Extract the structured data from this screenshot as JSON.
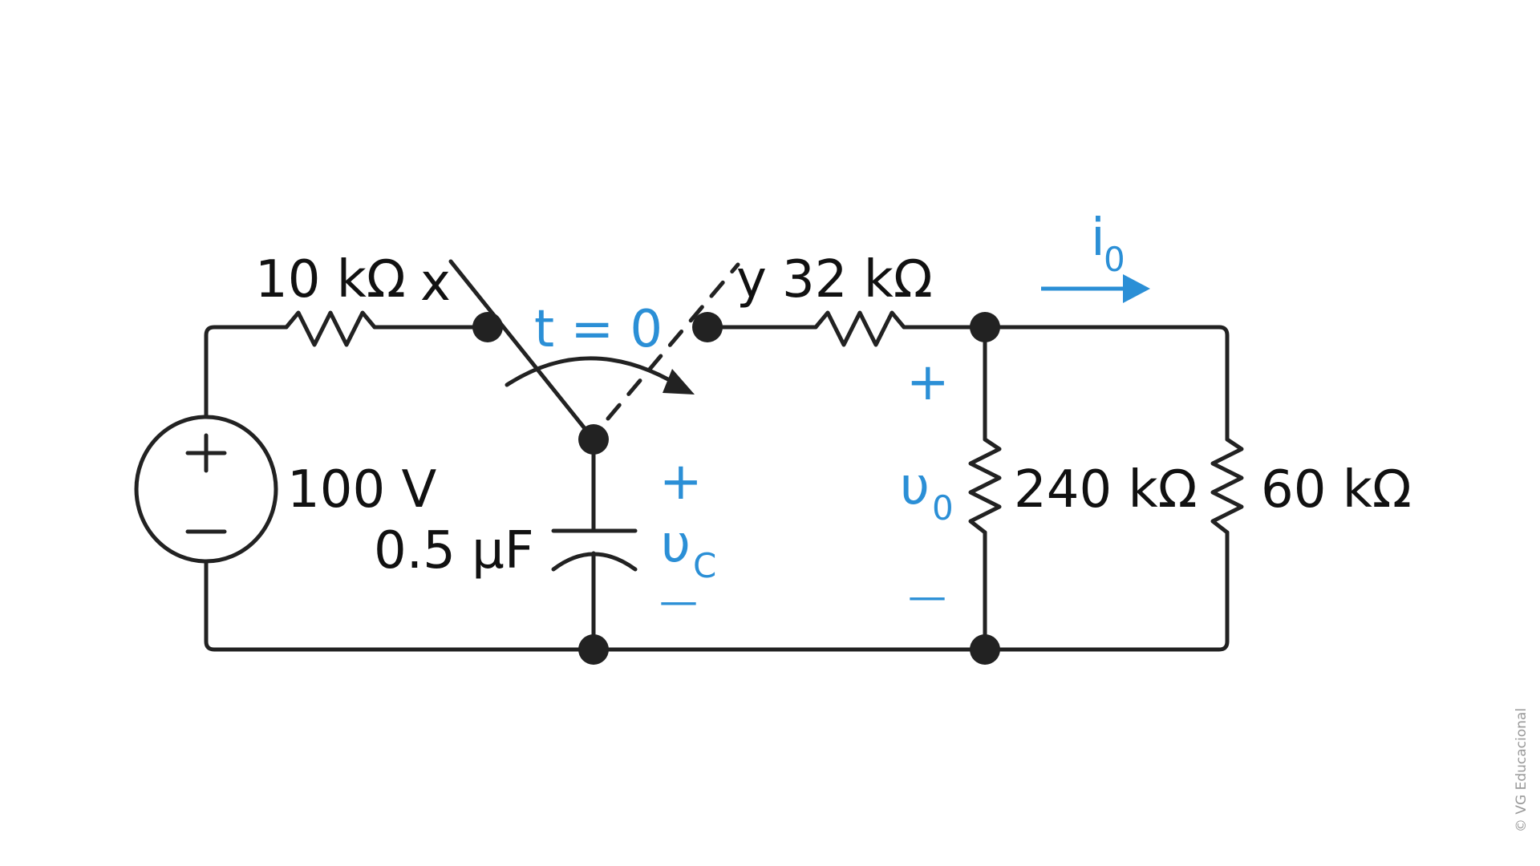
{
  "colors": {
    "ink": "#222222",
    "accent": "#2b8fd6",
    "credit": "#999999"
  },
  "labels": {
    "r1": "10 kΩ",
    "switch_x": "x",
    "switch_y": "y",
    "r2": "32 kΩ",
    "source": "100 V",
    "capacitor": "0.5 μF",
    "r3": "240 kΩ",
    "r4": "60 kΩ",
    "switch_time": "t = 0",
    "vc_symbol": "υ",
    "vc_sub": "C",
    "v0_symbol": "υ",
    "v0_sub": "0",
    "i0_symbol": "i",
    "i0_sub": "0",
    "plus": "+",
    "minus": "—",
    "credit": "© VG Educacional"
  }
}
